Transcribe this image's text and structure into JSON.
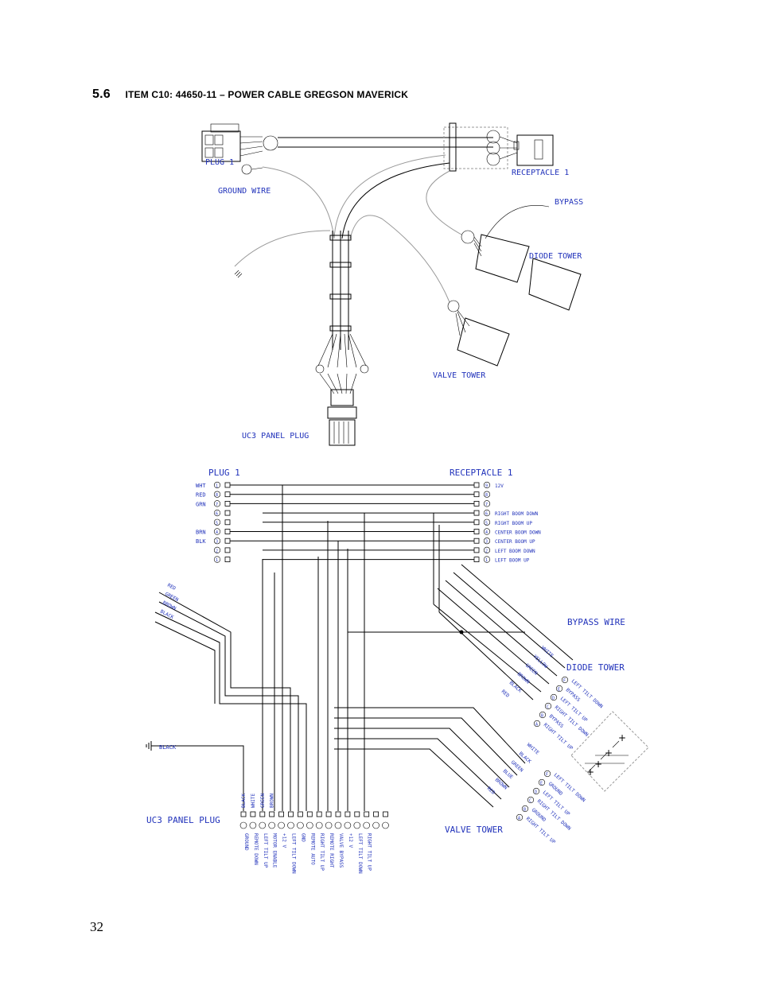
{
  "heading": {
    "number": "5.6",
    "text": "Item C10: 44650-11 – Power Cable Gregson Maverick"
  },
  "page_number": "32",
  "top_labels": {
    "plug1": "PLUG 1",
    "ground_wire": "GROUND WIRE",
    "receptacle1": "RECEPTACLE 1",
    "bypass": "BYPASS",
    "diode_tower": "DIODE TOWER",
    "valve_tower": "VALVE TOWER",
    "uc3_panel_plug": "UC3 PANEL PLUG"
  },
  "schematic": {
    "plug1_title": "PLUG 1",
    "receptacle1_title": "RECEPTACLE 1",
    "bypass_wire": "BYPASS WIRE",
    "diode_tower": "DIODE TOWER",
    "valve_tower": "VALVE TOWER",
    "uc3_panel_plug": "UC3 PANEL PLUG",
    "ground_label": "BLACK",
    "plug1_pins": [
      {
        "color": "WHT",
        "pin": "1"
      },
      {
        "color": "RED",
        "pin": "8"
      },
      {
        "color": "GRN",
        "pin": "7"
      },
      {
        "color": "",
        "pin": "6"
      },
      {
        "color": "",
        "pin": "5"
      },
      {
        "color": "BRN",
        "pin": "4"
      },
      {
        "color": "BLK",
        "pin": "3"
      },
      {
        "color": "",
        "pin": "2"
      },
      {
        "color": "",
        "pin": "1"
      }
    ],
    "receptacle1_pins": [
      {
        "pin": "9",
        "label": "12V"
      },
      {
        "pin": "8",
        "label": ""
      },
      {
        "pin": "7",
        "label": ""
      },
      {
        "pin": "6",
        "label": "RIGHT BOOM DOWN"
      },
      {
        "pin": "5",
        "label": "RIGHT BOOM UP"
      },
      {
        "pin": "4",
        "label": "CENTER BOOM DOWN"
      },
      {
        "pin": "3",
        "label": "CENTER BOOM UP"
      },
      {
        "pin": "2",
        "label": "LEFT BOOM DOWN"
      },
      {
        "pin": "1",
        "label": "LEFT BOOM UP"
      }
    ],
    "wire_colors": [
      "RED",
      "GREEN",
      "BROWN",
      "BLACK"
    ],
    "diode_wires": [
      "WHITE",
      "YELLOW",
      "GREEN",
      "BROWN",
      "BLACK",
      "RED"
    ],
    "diode_pins": [
      {
        "pin": "F",
        "label": "LEFT TILT DOWN"
      },
      {
        "pin": "E",
        "label": "BYPASS"
      },
      {
        "pin": "D",
        "label": "LEFT TILT UP"
      },
      {
        "pin": "C",
        "label": "RIGHT TILT DOWN"
      },
      {
        "pin": "B",
        "label": "BYPASS"
      },
      {
        "pin": "A",
        "label": "RIGHT TILT UP"
      }
    ],
    "valve_wires": [
      "WHITE",
      "BLACK",
      "GREEN",
      "BLUE",
      "BROWN",
      "RED"
    ],
    "valve_pins": [
      {
        "pin": "F",
        "label": "LEFT TILT DOWN"
      },
      {
        "pin": "E",
        "label": "GROUND"
      },
      {
        "pin": "D",
        "label": "LEFT TILT UP"
      },
      {
        "pin": "C",
        "label": "RIGHT TILT DOWN"
      },
      {
        "pin": "B",
        "label": "GROUND"
      },
      {
        "pin": "A",
        "label": "RIGHT TILT UP"
      }
    ],
    "uc3_pin_wires": [
      "BLACK",
      "WHITE",
      "GREEN",
      "BROWN",
      "",
      "",
      "",
      "",
      "",
      "",
      "",
      "",
      "",
      "",
      "",
      ""
    ],
    "uc3_pin_labels": [
      "GROUND",
      "REMOTE DOWN",
      "LEFT TILT UP",
      "MOTOR ENABLE",
      "+12 V",
      "LEFT TILT DOWN",
      "GND",
      "REMOTE AUTO",
      "RIGHT TILT UP",
      "REMOTE RIGHT",
      "VALVE BYPASS",
      "+12 V",
      "LEFT TILT DOWN",
      "RIGHT TILT UP",
      "",
      ""
    ]
  }
}
